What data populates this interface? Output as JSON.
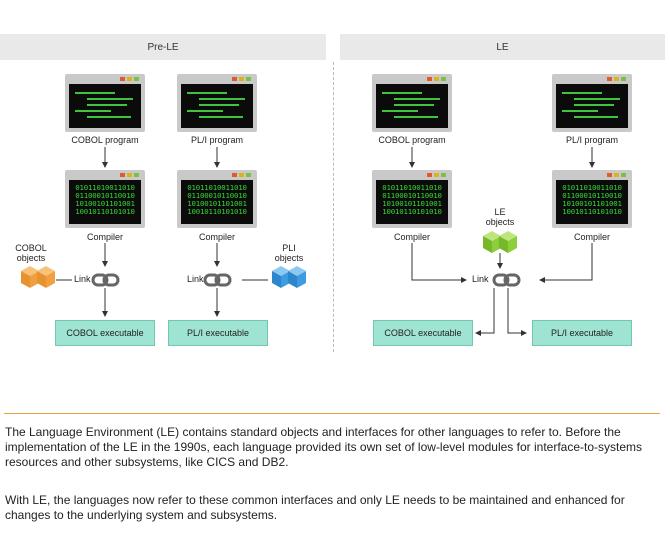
{
  "panels": {
    "pre_le": {
      "title": "Pre-LE",
      "cobol_program": "COBOL program",
      "pli_program": "PL/I program",
      "compiler_left": "Compiler",
      "compiler_right": "Compiler",
      "cobol_objects": "COBOL\nobjects",
      "pli_objects": "PLI\nobjects",
      "link_left": "Link",
      "link_right": "Link",
      "cobol_executable": "COBOL executable",
      "pli_executable": "PL/I executable"
    },
    "le": {
      "title": "LE",
      "cobol_program": "COBOL program",
      "pli_program": "PL/I program",
      "compiler_left": "Compiler",
      "compiler_right": "Compiler",
      "le_objects": "LE\nobjects",
      "link": "Link",
      "cobol_executable": "COBOL executable",
      "pli_executable": "PL/I executable"
    }
  },
  "binary_lines": [
    "01011010011010",
    "01100010110010",
    "10100101101001",
    "10010110101010"
  ],
  "colors": {
    "cobol_cube": "#f0a040",
    "pli_cube": "#3f9be0",
    "le_cube": "#8ccf3a",
    "executable_fill": "#9fe3d2",
    "terminal_text": "#34d834"
  },
  "icons": [
    "window-icon",
    "cube-icon",
    "chain-link-icon",
    "arrow-icon"
  ],
  "description": {
    "p1": "The Language Environment (LE) contains standard objects and interfaces for other languages to refer to. Before the implementation of the LE in the 1990s, each language provided its own set of low-level modules for interface-to-systems resources and other subsystems, like CICS and DB2.",
    "p2": "With LE, the languages now refer to these common interfaces and only LE needs to be maintained and enhanced for changes to the underlying system and subsystems."
  }
}
